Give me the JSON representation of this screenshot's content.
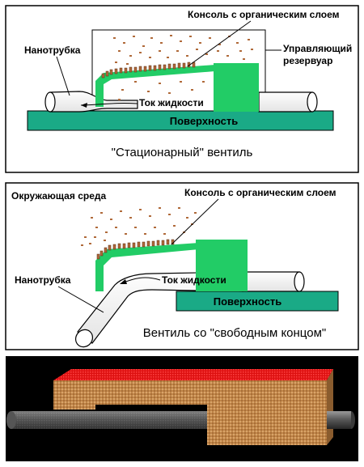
{
  "panel1": {
    "label_cantilever": "Консоль с органическим слоем",
    "label_nanotube": "Нанотрубка",
    "label_reservoir_line1": "Управляющий",
    "label_reservoir_line2": "резервуар",
    "label_flow": "Ток жидкости",
    "label_surface": "Поверхность",
    "caption": "\"Стационарный\" вентиль"
  },
  "panel2": {
    "label_environment": "Окружающая среда",
    "label_cantilever": "Консоль с органическим слоем",
    "label_nanotube": "Нанотрубка",
    "label_flow": "Ток жидкости",
    "label_surface": "Поверхность",
    "caption": "Вентиль со \"свободным концом\""
  },
  "colors": {
    "surface_green": "#1aaa86",
    "cantilever_green": "#22cc66",
    "particle_brown": "#b06a3a",
    "render_background": "#000000",
    "render_block": "#c48a4e",
    "render_top": "#dd1111",
    "render_tube": "#555555"
  }
}
